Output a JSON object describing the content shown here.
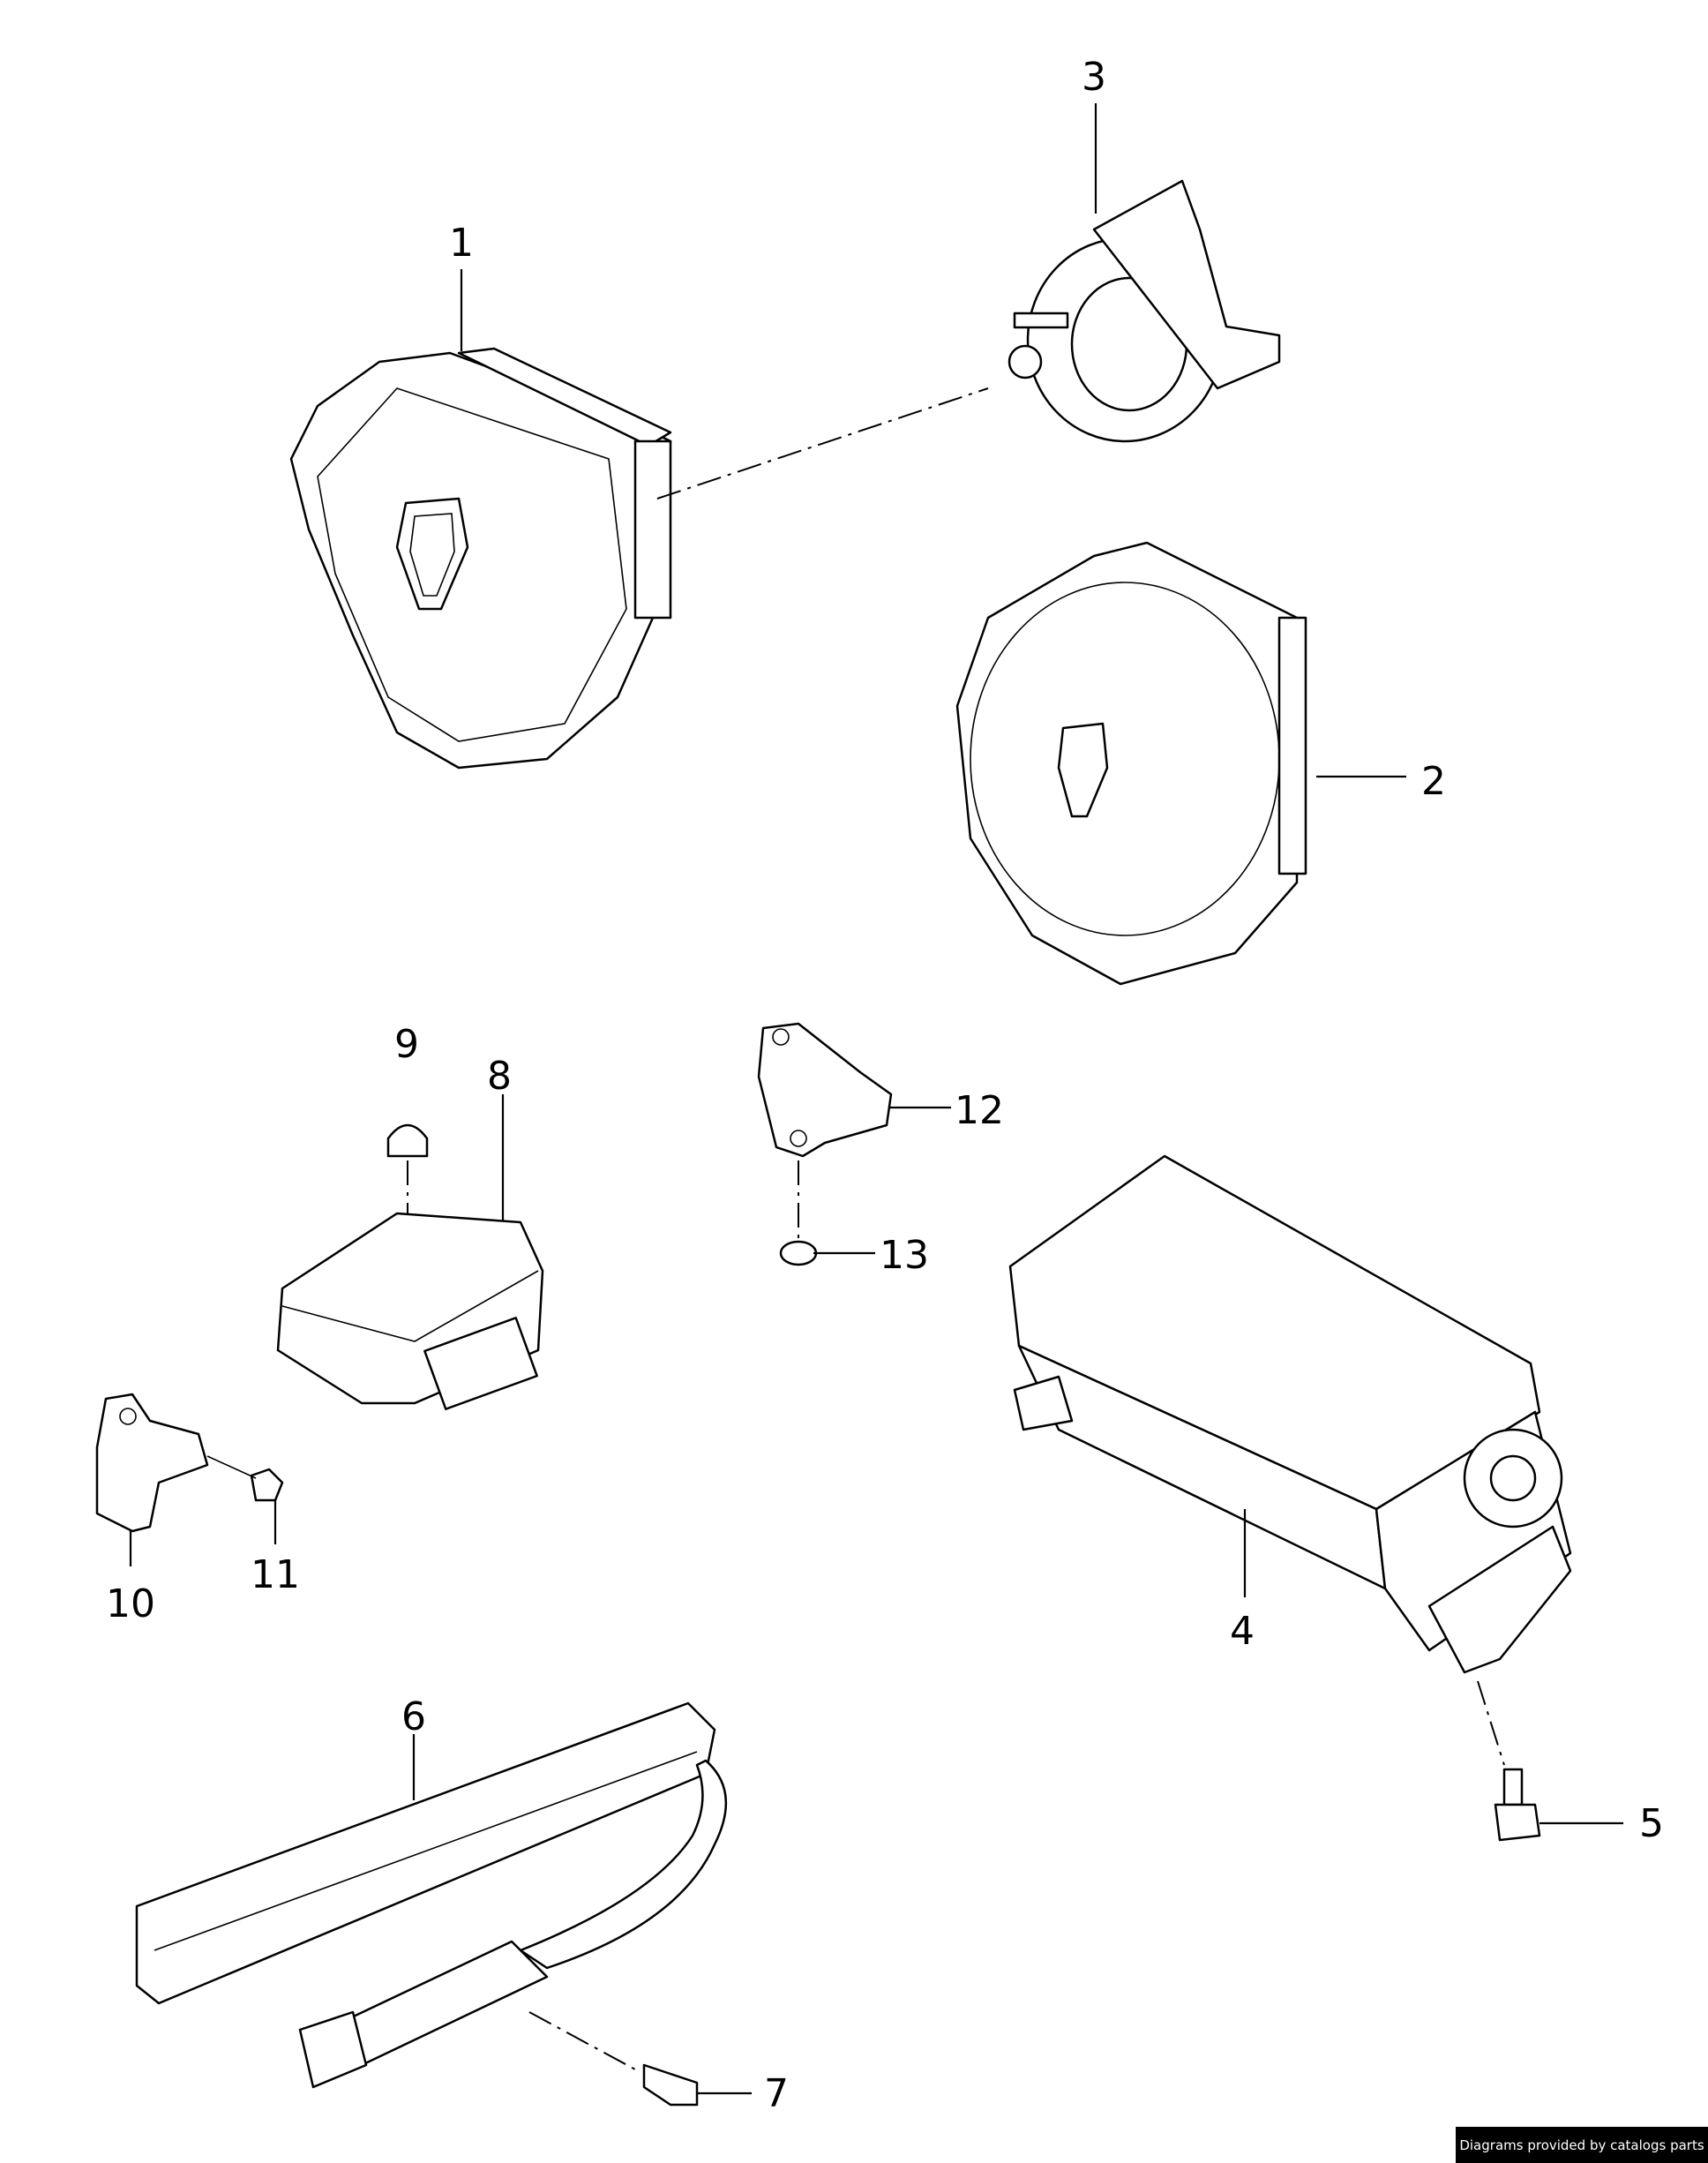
{
  "diagram": {
    "callouts": [
      "1",
      "2",
      "3",
      "4",
      "5",
      "6",
      "7",
      "8",
      "9",
      "10",
      "11",
      "12",
      "13"
    ],
    "parts": [
      {
        "id": "1",
        "name": "driver-airbag"
      },
      {
        "id": "2",
        "name": "driver-airbag-alt"
      },
      {
        "id": "3",
        "name": "clock-spring"
      },
      {
        "id": "4",
        "name": "passenger-airbag"
      },
      {
        "id": "5",
        "name": "bolt"
      },
      {
        "id": "6",
        "name": "curtain-airbag"
      },
      {
        "id": "7",
        "name": "bolt"
      },
      {
        "id": "8",
        "name": "airbag-control-unit"
      },
      {
        "id": "9",
        "name": "nut"
      },
      {
        "id": "10",
        "name": "crash-sensor"
      },
      {
        "id": "11",
        "name": "nut"
      },
      {
        "id": "12",
        "name": "crash-sensor"
      },
      {
        "id": "13",
        "name": "nut"
      }
    ]
  },
  "badge": "Diagrams provided by catalogs parts"
}
